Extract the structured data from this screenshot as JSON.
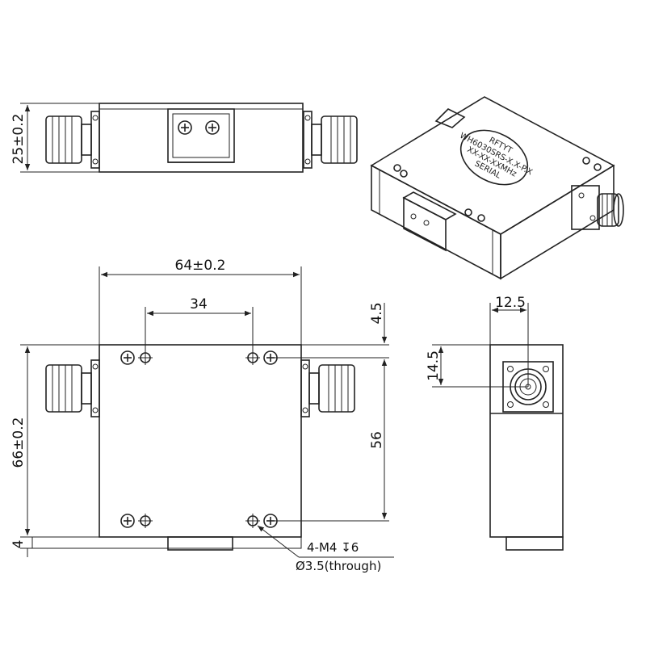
{
  "dimensions": {
    "height_top_view": "25±0.2",
    "width_front": "64±0.2",
    "hole_spacing_x": "34",
    "edge_offset_top": "4.5",
    "hole_spacing_y": "56",
    "height_front": "66±0.2",
    "base_thickness": "4",
    "connector_offset_x": "12.5",
    "connector_offset_y": "14.5"
  },
  "notes": {
    "thread": "4-M4 ↧6",
    "through_hole": "Ø3.5(through)"
  },
  "label": {
    "brand": "RFTYT",
    "line1": "WH6030SRS-X.X-P.X",
    "line2": "XX-XX-XXMHz",
    "line3": "SERIAL"
  },
  "colors": {
    "line": "#222222",
    "background": "#ffffff"
  }
}
